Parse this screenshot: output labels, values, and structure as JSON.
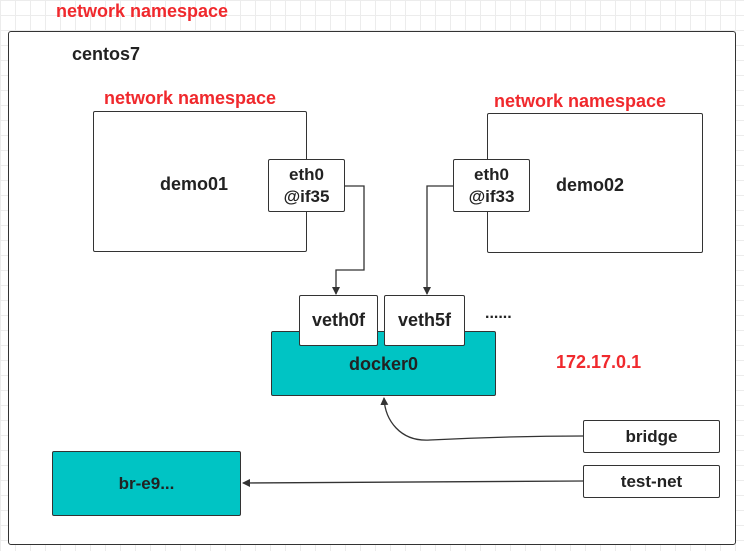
{
  "labels": {
    "outer_namespace": "network namespace",
    "host": "centos7",
    "ns1_title": "network namespace",
    "ns2_title": "network namespace",
    "demo01": "demo01",
    "demo02": "demo02",
    "ns1_eth_line1": "eth0",
    "ns1_eth_line2": "@if35",
    "ns2_eth_line1": "eth0",
    "ns2_eth_line2": "@if33",
    "veth1": "veth0f",
    "veth2": "veth5f",
    "more": "......",
    "docker0": "docker0",
    "docker_ip": "172.17.0.1",
    "bridge": "bridge",
    "test_net": "test-net",
    "br_e9": "br-e9..."
  },
  "colors": {
    "accent_red": "#f0292d",
    "bridge_teal": "#00c4c4",
    "border": "#333333",
    "grid": "#ececec"
  }
}
